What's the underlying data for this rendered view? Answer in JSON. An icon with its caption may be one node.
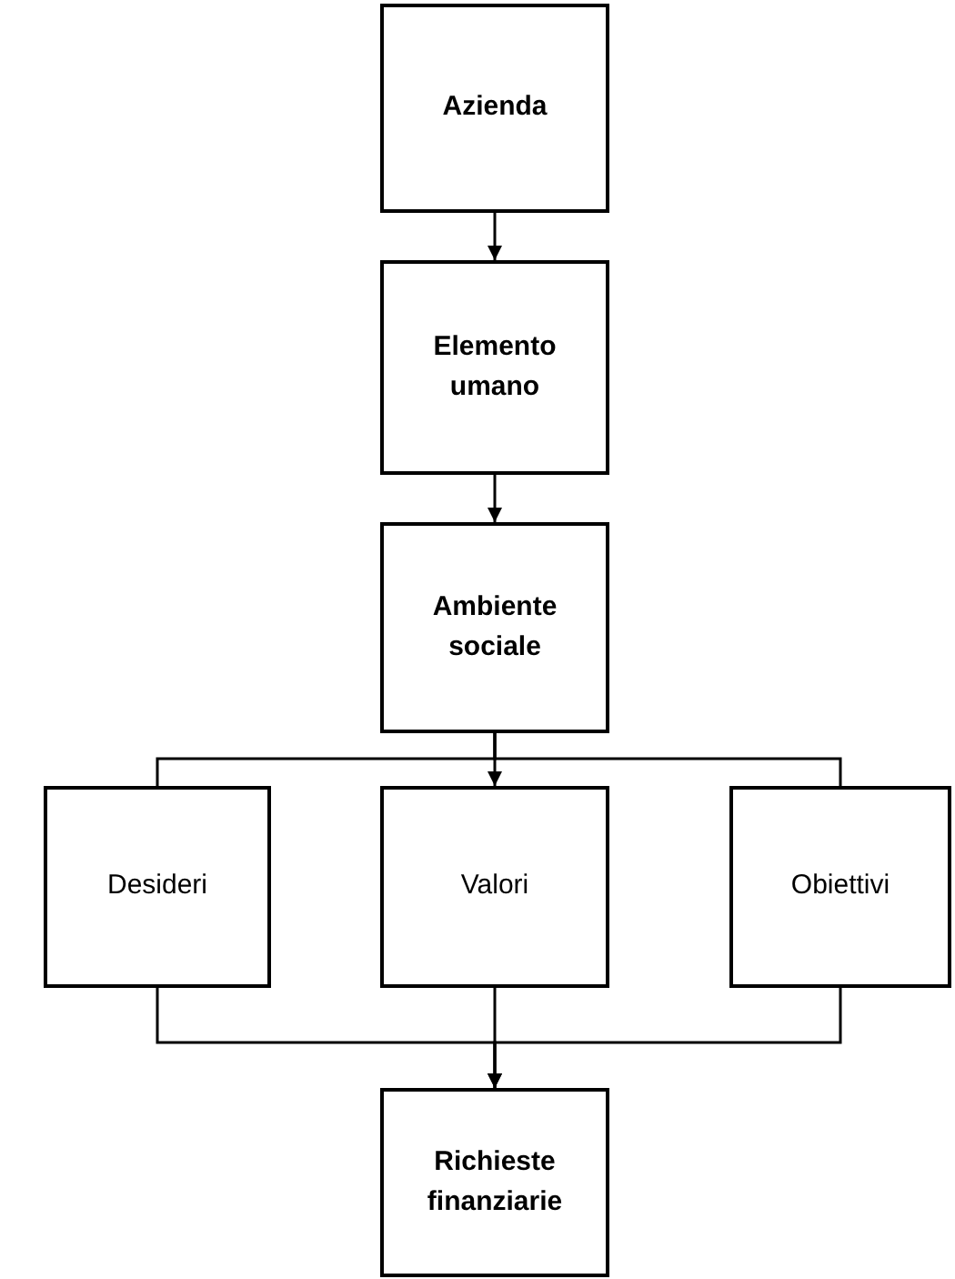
{
  "diagram": {
    "nodes": [
      {
        "text": [
          "Azienda"
        ]
      },
      {
        "text": [
          "Elemento umano"
        ]
      },
      {
        "text": [
          "Ambiente sociale"
        ]
      },
      {
        "text": [
          "Desideri"
        ]
      },
      {
        "text": [
          "Valori"
        ]
      },
      {
        "text": [
          "Obiettivi"
        ]
      },
      {
        "text": [
          "Richieste finanziarie"
        ]
      }
    ],
    "edges": [
      {
        "from": 0,
        "to": 1,
        "arrow": "to"
      },
      {
        "from": 1,
        "to": 2,
        "arrow": "to"
      },
      {
        "from": 2,
        "to": 3,
        "arrow": "none"
      },
      {
        "from": 2,
        "to": 4,
        "arrow": "to"
      },
      {
        "from": 2,
        "to": 5,
        "arrow": "none"
      },
      {
        "from": 3,
        "to": 6,
        "arrow": "to"
      },
      {
        "from": 4,
        "to": 6,
        "arrow": "to"
      },
      {
        "from": 5,
        "to": 6,
        "arrow": "to"
      }
    ]
  }
}
